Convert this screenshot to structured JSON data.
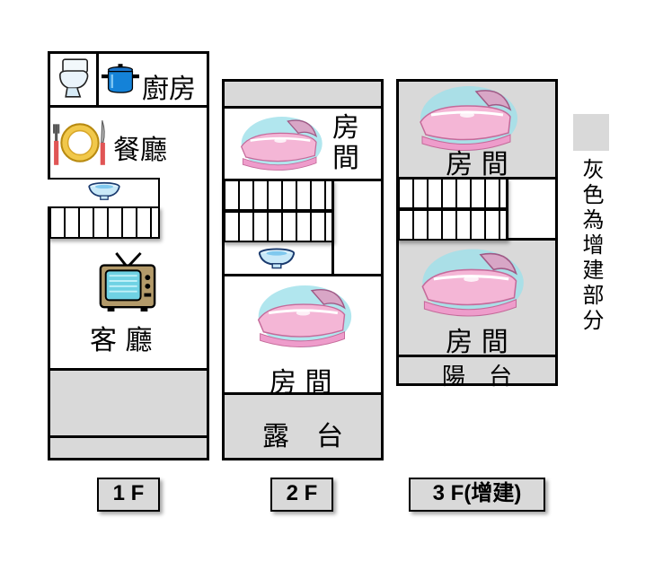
{
  "floor1": {
    "label": "1 F",
    "kitchen": "廚房",
    "dining": "餐廳",
    "living": "客 廳"
  },
  "floor2": {
    "label": "2 F",
    "room_top": "房\n間",
    "room_bottom": "房 間",
    "terrace": "露　台"
  },
  "floor3": {
    "label": "3 F(增建)",
    "room_top": "房 間",
    "room_bottom": "房 間",
    "balcony": "陽　台"
  },
  "legend": {
    "text": "灰色為增建部分",
    "color": "#d9d9d9"
  },
  "icons": [
    "toilet-icon",
    "pot-icon",
    "dinner-plate-icon",
    "washbasin-icon",
    "tv-icon",
    "cradle-icon"
  ]
}
